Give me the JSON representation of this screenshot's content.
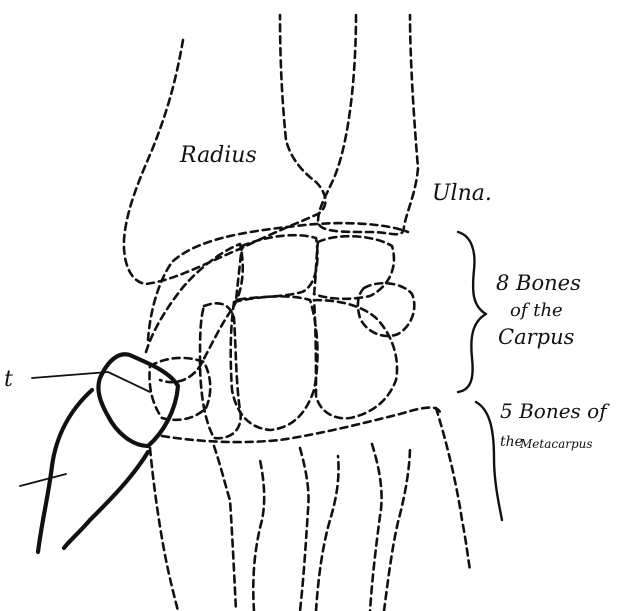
{
  "labels": {
    "radius": "Radius",
    "ulna": "Ulna.",
    "carpus_line1": "8 Bones",
    "carpus_line2": "of the",
    "carpus_line3": "Carpus",
    "metacarpus_line1": "5 Bones of",
    "metacarpus_line2": "the",
    "metacarpus_line3": "Metacarpus",
    "t_marker": "t"
  },
  "colors": {
    "ink": "#111111",
    "paper": "#ffffff"
  }
}
